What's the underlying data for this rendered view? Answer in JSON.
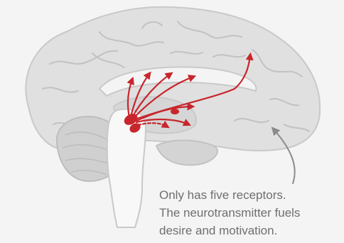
{
  "caption": {
    "lines": [
      "Only has five receptors.",
      "The neurotransmitter fuels",
      "desire and motivation."
    ]
  },
  "colors": {
    "background": "#f4f4f4",
    "brain_fill": "#e0e0e0",
    "brain_outline": "#c9c9c9",
    "cerebellum_fill": "#d0d0d0",
    "brainstem_fill": "#f8f8f8",
    "pathway": "#c8262d",
    "caption_text": "#6f6f6f",
    "pointer_arrow": "#8a8a8a"
  },
  "icons": {
    "pathway_arrows": "dopamine-pathway-arrows",
    "pointer": "curved-pointer-arrow"
  }
}
